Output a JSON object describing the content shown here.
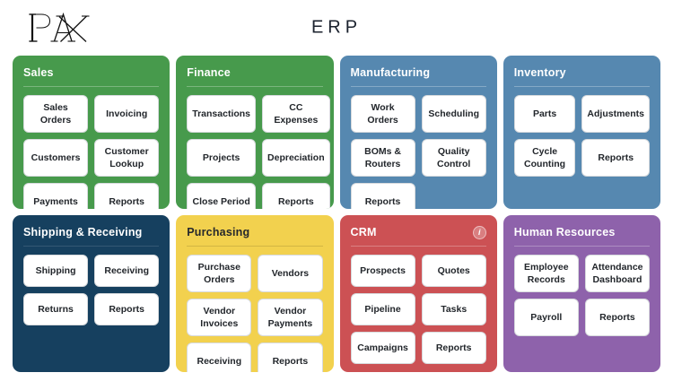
{
  "header": {
    "logo_alt": "PAX",
    "title": "ERP"
  },
  "colors": {
    "green": "#479a4c",
    "blue": "#5688b0",
    "navy": "#16405f",
    "yellow": "#f2d14e",
    "red": "#cc5154",
    "purple": "#8e62ab",
    "tile_background": "#ffffff",
    "tile_border": "#d7dadd",
    "page_background": "#ffffff",
    "title_text": "#1b222e"
  },
  "cards": [
    {
      "title": "Sales",
      "color": "green",
      "title_color": "light",
      "info_icon": null,
      "tiles": [
        "Sales Orders",
        "Invoicing",
        "Customers",
        "Customer Lookup",
        "Payments",
        "Reports"
      ]
    },
    {
      "title": "Finance",
      "color": "green",
      "title_color": "light",
      "info_icon": null,
      "tiles": [
        "Transactions",
        "CC Expenses",
        "Projects",
        "Depreciation",
        "Close Period",
        "Reports"
      ]
    },
    {
      "title": "Manufacturing",
      "color": "blue",
      "title_color": "light",
      "info_icon": null,
      "tiles": [
        "Work Orders",
        "Scheduling",
        "BOMs & Routers",
        "Quality Control",
        "Reports"
      ]
    },
    {
      "title": "Inventory",
      "color": "blue",
      "title_color": "light",
      "info_icon": null,
      "tiles": [
        "Parts",
        "Adjustments",
        "Cycle Counting",
        "Reports"
      ]
    },
    {
      "title": "Shipping & Receiving",
      "color": "navy",
      "title_color": "light",
      "info_icon": null,
      "tiles": [
        "Shipping",
        "Receiving",
        "Returns",
        "Reports"
      ]
    },
    {
      "title": "Purchasing",
      "color": "yellow",
      "title_color": "dark",
      "info_icon": null,
      "tiles": [
        "Purchase Orders",
        "Vendors",
        "Vendor Invoices",
        "Vendor Payments",
        "Receiving",
        "Reports"
      ]
    },
    {
      "title": "CRM",
      "color": "red",
      "title_color": "light",
      "info_icon": "i",
      "tiles": [
        "Prospects",
        "Quotes",
        "Pipeline",
        "Tasks",
        "Campaigns",
        "Reports"
      ]
    },
    {
      "title": "Human Resources",
      "color": "purple",
      "title_color": "light",
      "info_icon": null,
      "tiles": [
        "Employee Records",
        "Attendance Dashboard",
        "Payroll",
        "Reports"
      ]
    }
  ]
}
